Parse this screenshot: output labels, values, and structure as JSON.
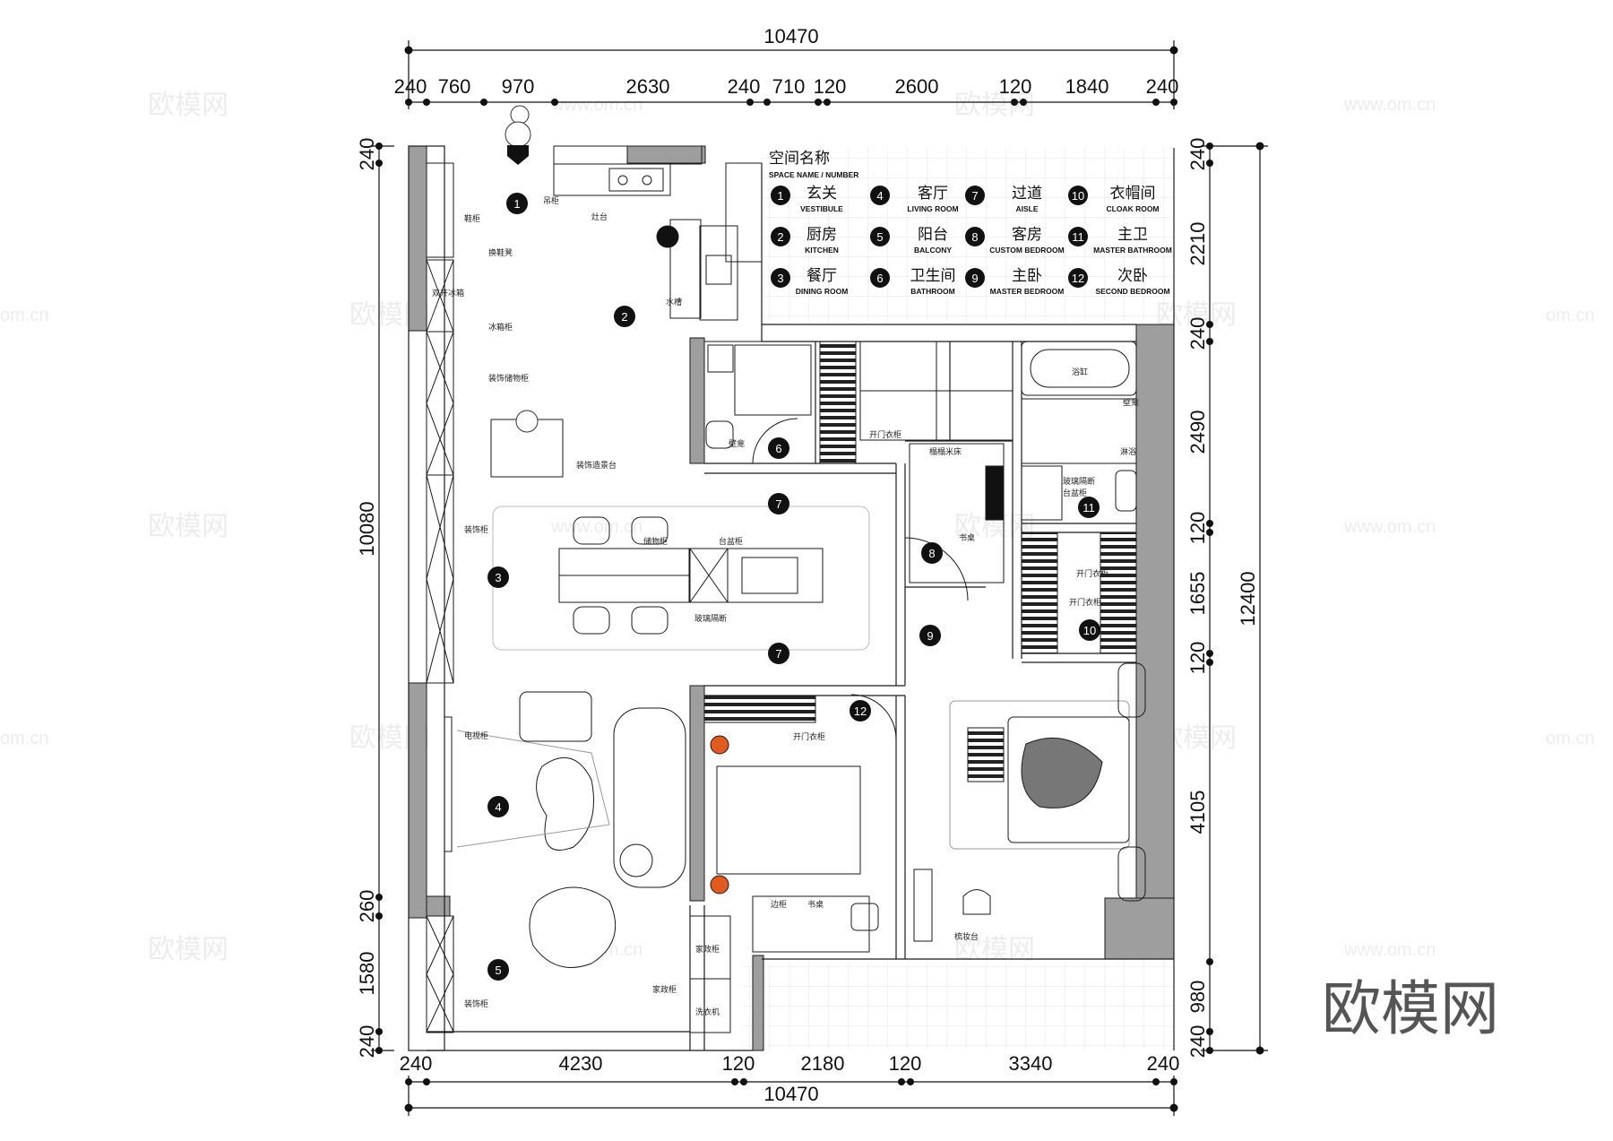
{
  "dimensions": {
    "top_total": "10470",
    "top_segments": [
      "240",
      "760",
      "970",
      "2630",
      "240",
      "710",
      "120",
      "2600",
      "120",
      "1840",
      "240"
    ],
    "bottom_total": "10470",
    "bottom_segments": [
      "240",
      "4230",
      "120",
      "2180",
      "120",
      "3340",
      "240"
    ],
    "left_segments": [
      "240",
      "10080",
      "260",
      "1580",
      "240"
    ],
    "right_total": "12400",
    "right_segments": [
      "240",
      "2210",
      "240",
      "2490",
      "120",
      "1655",
      "120",
      "4105",
      "980",
      "240"
    ]
  },
  "legend": {
    "title": "空间名称",
    "subtitle": "SPACE NAME / NUMBER",
    "items": [
      {
        "num": "1",
        "cn": "玄关",
        "en": "VESTIBULE"
      },
      {
        "num": "2",
        "cn": "厨房",
        "en": "KITCHEN"
      },
      {
        "num": "3",
        "cn": "餐厅",
        "en": "DINING ROOM"
      },
      {
        "num": "4",
        "cn": "客厅",
        "en": "LIVING ROOM"
      },
      {
        "num": "5",
        "cn": "阳台",
        "en": "BALCONY"
      },
      {
        "num": "6",
        "cn": "卫生间",
        "en": "BATHROOM"
      },
      {
        "num": "7",
        "cn": "过道",
        "en": "AISLE"
      },
      {
        "num": "8",
        "cn": "客房",
        "en": "CUSTOM BEDROOM"
      },
      {
        "num": "9",
        "cn": "主卧",
        "en": "MASTER BEDROOM"
      },
      {
        "num": "10",
        "cn": "衣帽间",
        "en": "CLOAK ROOM"
      },
      {
        "num": "11",
        "cn": "主卫",
        "en": "MASTER BATHROOM"
      },
      {
        "num": "12",
        "cn": "次卧",
        "en": "SECOND BEDROOM"
      }
    ]
  },
  "room_markers": [
    "1",
    "2",
    "3",
    "4",
    "5",
    "6",
    "7",
    "7",
    "8",
    "9",
    "10",
    "11",
    "12"
  ],
  "annotations": {
    "hanging_cabinet": "吊柜",
    "stove": "灶台",
    "sink": "水槽",
    "shoe_cabinet": "鞋柜",
    "shoe_bench": "换鞋凳",
    "double_fridge": "双开冰箱",
    "fridge_cabinet": "冰箱柜",
    "deco_storage": "装饰储物柜",
    "deco_console": "装饰造景台",
    "deco_cabinet_1": "装饰柜",
    "deco_cabinet_2": "装饰柜",
    "tv_cabinet": "电视柜",
    "storage_cabinet": "储物柜",
    "basin_cabinet": "台盆柜",
    "glass_partition_1": "玻璃隔断",
    "glass_partition_2": "玻璃隔断",
    "niche_1": "壁龛",
    "niche_2": "壁龛",
    "open_wardrobe_1": "开门衣柜",
    "open_wardrobe_2": "开门衣柜",
    "open_wardrobe_3": "开门衣柜",
    "open_wardrobe_4": "开门衣柜",
    "tatami_bed": "榻榻米床",
    "desk_1": "书桌",
    "desk_2": "书桌",
    "bathtub": "浴缸",
    "shower": "淋浴",
    "basin_cabinet_2": "台盆柜",
    "dresser": "梳妆台",
    "household_cabinet": "家政柜",
    "household_cabinet_label": "家政柜",
    "washing_machine": "洗衣机",
    "sideboard": "边柜"
  },
  "watermarks": {
    "brand": "欧模网",
    "url": "www.om.cn",
    "url_short": "om.cn"
  },
  "colors": {
    "wall": "#9e9e9e",
    "line": "#1a1a1a",
    "marker": "#111111",
    "accent": "#e25a1c"
  }
}
